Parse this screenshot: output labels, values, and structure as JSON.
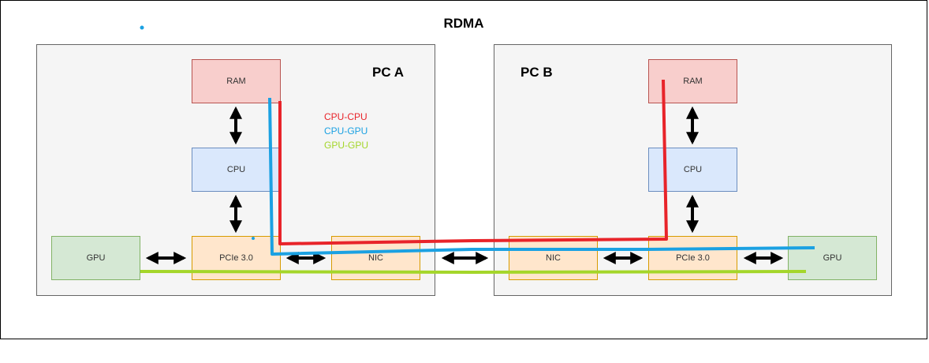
{
  "title": "RDMA",
  "pc_a": {
    "label": "PC A",
    "ram": "RAM",
    "cpu": "CPU",
    "pcie": "PCIe 3.0",
    "nic": "NIC",
    "gpu": "GPU"
  },
  "pc_b": {
    "label": "PC B",
    "ram": "RAM",
    "cpu": "CPU",
    "pcie": "PCIe 3.0",
    "nic": "NIC",
    "gpu": "GPU"
  },
  "legend": [
    {
      "label": "CPU-CPU",
      "color": "#e8242a"
    },
    {
      "label": "CPU-GPU",
      "color": "#1ba1e2"
    },
    {
      "label": "GPU-GPU",
      "color": "#a4d62a"
    }
  ]
}
